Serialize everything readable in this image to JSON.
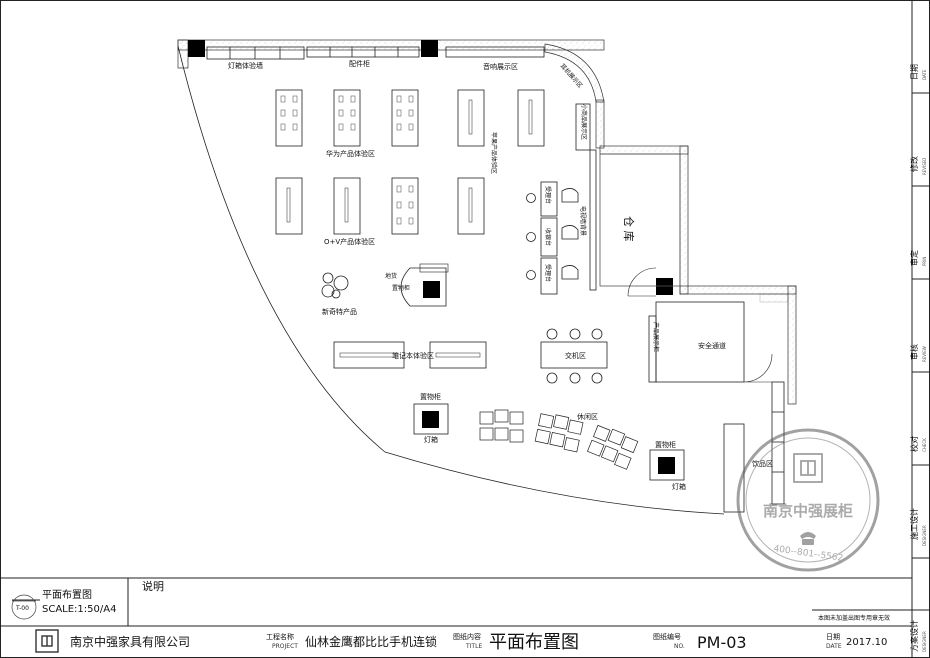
{
  "plan": {
    "zones": {
      "lightbox_wall": "灯箱体验墙",
      "accessories_cabinet": "配件柜",
      "audio_display": "音响展示区",
      "earphone_display": "耳机展示区",
      "small_goods_display": "小商品展示区",
      "huawei_zone": "华为产品体验区",
      "apple_zone": "苹果产品体验区",
      "ov_zone": "O+V产品体验区",
      "warehouse": "仓 库",
      "reception_top": "受理台",
      "cashier": "收银台",
      "reception_bottom": "受理台",
      "video_wall": "电视墙背景",
      "ground_label": "地货",
      "storage_cabinet_center": "置物柜",
      "novelty": "新奇特产品",
      "laptop_zone": "笔记本体验区",
      "product_display_cabinet": "产品展示柜",
      "safety_passage": "安全通道",
      "trade_in": "交机区",
      "storage_cabinet_left": "置物柜",
      "lightbox_left": "灯箱",
      "lounge": "休闲区",
      "storage_cabinet_right": "置物柜",
      "lightbox_right": "灯箱",
      "drink_zone": "饮品区"
    },
    "stamp": {
      "company": "南京中强展柜",
      "phone": "400--801--5562"
    }
  },
  "side_strip": [
    {
      "label": "日期",
      "sub": "DATE"
    },
    {
      "label": "修改",
      "sub": "REVISED"
    },
    {
      "label": "审定",
      "sub": "PRIN"
    },
    {
      "label": "审核",
      "sub": "REVIEW"
    },
    {
      "label": "校对",
      "sub": "CHECK"
    },
    {
      "label": "施工设计",
      "sub": "DESIGNER"
    },
    {
      "label": "方案设计",
      "sub": "DESIGNER"
    }
  ],
  "title_block": {
    "drawing_name": "平面布置图",
    "code": "T-00",
    "scale": "SCALE:1:50/A4",
    "notes_label": "说明",
    "company": "南京中强家具有限公司",
    "project_label": "工程名称",
    "project_sub": "PROJECT",
    "project_name": "仙林金鹰都比比手机连锁",
    "content_label": "图纸内容",
    "content_sub": "TITLE",
    "content_name": "平面布置图",
    "number_label": "图纸编号",
    "number_sub": "NO.",
    "number": "PM-03",
    "disclaimer": "本图未加盖出图专用章无效",
    "date_label": "日期",
    "date_sub": "DATE",
    "date": "2017.10"
  }
}
